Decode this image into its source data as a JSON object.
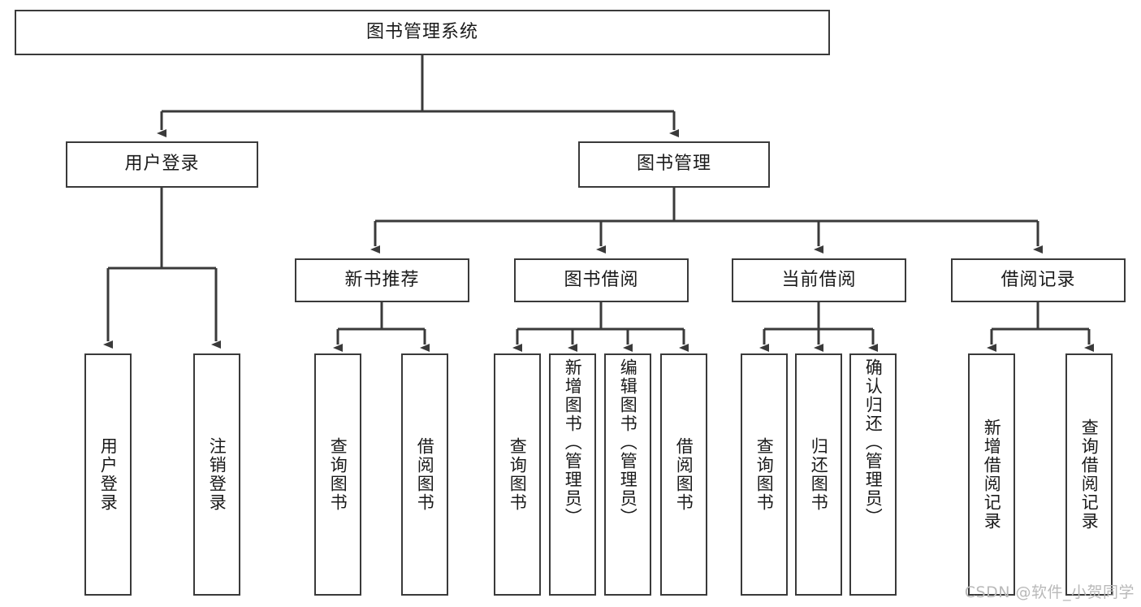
{
  "diagram": {
    "type": "tree-hierarchy",
    "title": "图书管理系统",
    "root": {
      "label": "图书管理系统"
    },
    "level2": [
      {
        "id": "user-login",
        "label": "用户登录"
      },
      {
        "id": "book-manage",
        "label": "图书管理"
      }
    ],
    "level3": [
      {
        "id": "new-book-recommend",
        "label": "新书推荐",
        "parent": "book-manage"
      },
      {
        "id": "book-borrow",
        "label": "图书借阅",
        "parent": "book-manage"
      },
      {
        "id": "current-borrow",
        "label": "当前借阅",
        "parent": "book-manage"
      },
      {
        "id": "borrow-record",
        "label": "借阅记录",
        "parent": "book-manage"
      }
    ],
    "leaves": [
      {
        "id": "leaf-user-login",
        "label": "用户登录",
        "parent": "user-login"
      },
      {
        "id": "leaf-logout-login",
        "label": "注销登录",
        "parent": "user-login"
      },
      {
        "id": "leaf-query-book-1",
        "label": "查询图书",
        "parent": "new-book-recommend"
      },
      {
        "id": "leaf-borrow-book-1",
        "label": "借阅图书",
        "parent": "new-book-recommend"
      },
      {
        "id": "leaf-query-book-2",
        "label": "查询图书",
        "parent": "book-borrow"
      },
      {
        "id": "leaf-add-book",
        "label": "新增图书（管理员）",
        "parent": "book-borrow"
      },
      {
        "id": "leaf-edit-book",
        "label": "编辑图书（管理员）",
        "parent": "book-borrow"
      },
      {
        "id": "leaf-borrow-book-2",
        "label": "借阅图书",
        "parent": "book-borrow"
      },
      {
        "id": "leaf-query-book-3",
        "label": "查询图书",
        "parent": "current-borrow"
      },
      {
        "id": "leaf-return-book",
        "label": "归还图书",
        "parent": "current-borrow"
      },
      {
        "id": "leaf-confirm-return",
        "label": "确认归还（管理员）",
        "parent": "current-borrow"
      },
      {
        "id": "leaf-add-record",
        "label": "新增借阅记录",
        "parent": "borrow-record"
      },
      {
        "id": "leaf-query-record",
        "label": "查询借阅记录",
        "parent": "borrow-record"
      }
    ]
  },
  "watermark": {
    "text": "CSDN @软件_小贺同学"
  },
  "colors": {
    "stroke": "#3a3a3a",
    "box_fill": "#ffffff",
    "text": "#1a1a1a",
    "watermark": "#b9b9b9",
    "background": "#ffffff"
  }
}
